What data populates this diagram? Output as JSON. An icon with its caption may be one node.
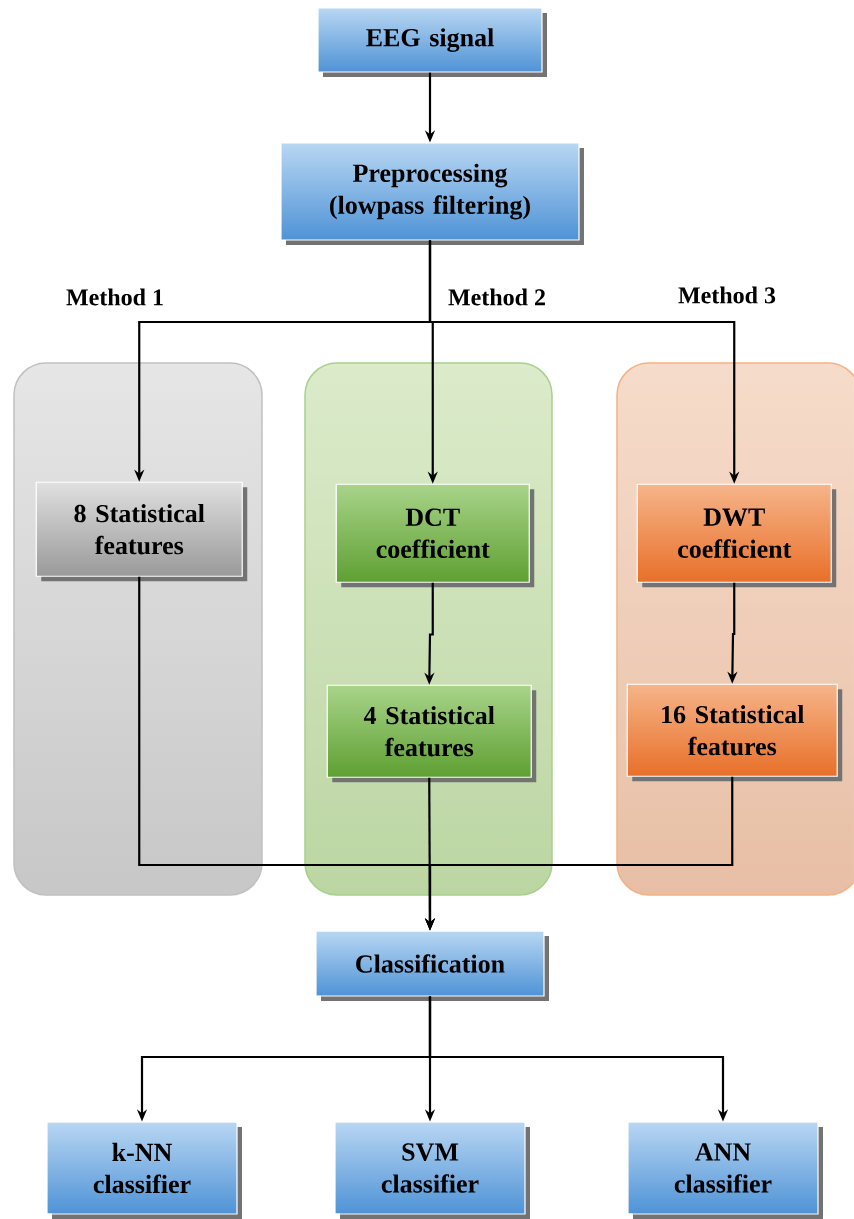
{
  "diagram": {
    "nodes": [
      {
        "text": [
          "EEG signal"
        ]
      },
      {
        "text": [
          "Preprocessing (lowpass filtering)"
        ]
      },
      {
        "text": [
          "Method 1"
        ]
      },
      {
        "text": [
          "Method 2"
        ]
      },
      {
        "text": [
          "Method 3"
        ]
      },
      {
        "text": [
          "8 Statistical features"
        ],
        "in": 2
      },
      {
        "text": [
          "DCT coefficient"
        ],
        "in": 3
      },
      {
        "text": [
          "4 Statistical features"
        ],
        "in": 3
      },
      {
        "text": [
          "DWT coefficient"
        ],
        "in": 4
      },
      {
        "text": [
          "16 Statistical features"
        ],
        "in": 4
      },
      {
        "text": [
          "Classification"
        ]
      },
      {
        "text": [
          "k-NN classifier"
        ]
      },
      {
        "text": [
          "SVM classifier"
        ]
      },
      {
        "text": [
          "ANN classifier"
        ]
      }
    ],
    "edges": [
      {
        "from": 0,
        "to": 1,
        "arrow": "to"
      },
      {
        "from": 1,
        "to": 5,
        "arrow": "to"
      },
      {
        "from": 1,
        "to": 6,
        "arrow": "to"
      },
      {
        "from": 1,
        "to": 8,
        "arrow": "to"
      },
      {
        "from": 6,
        "to": 7,
        "arrow": "to"
      },
      {
        "from": 8,
        "to": 9,
        "arrow": "to"
      },
      {
        "from": 5,
        "to": 10,
        "arrow": "to"
      },
      {
        "from": 7,
        "to": 10,
        "arrow": "to"
      },
      {
        "from": 9,
        "to": 10,
        "arrow": "to"
      },
      {
        "from": 10,
        "to": 11,
        "arrow": "to"
      },
      {
        "from": 10,
        "to": 12,
        "arrow": "to"
      },
      {
        "from": 10,
        "to": 13,
        "arrow": "to"
      }
    ]
  }
}
